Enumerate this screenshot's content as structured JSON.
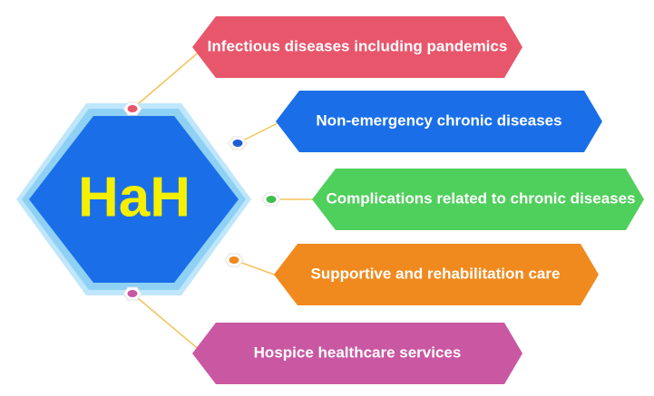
{
  "hub": {
    "label": "HaH",
    "fill": "#1a6fe8",
    "ring": "#8fd0f5",
    "text_color": "#f5f000"
  },
  "items": [
    {
      "label": "Infectious diseases including pandemics",
      "color": "#e8566c",
      "dot": "#e8566c"
    },
    {
      "label": "Non-emergency chronic diseases",
      "color": "#1a6fe8",
      "dot": "#1a5fd6"
    },
    {
      "label": "Complications related to chronic diseases",
      "color": "#4fcf5b",
      "dot": "#3ec04a"
    },
    {
      "label": "Supportive and rehabilitation care",
      "color": "#f08a1e",
      "dot": "#f08a1e"
    },
    {
      "label": "Hospice healthcare services",
      "color": "#c957a2",
      "dot": "#c957a2"
    }
  ],
  "connector_color": "#f2c45a"
}
